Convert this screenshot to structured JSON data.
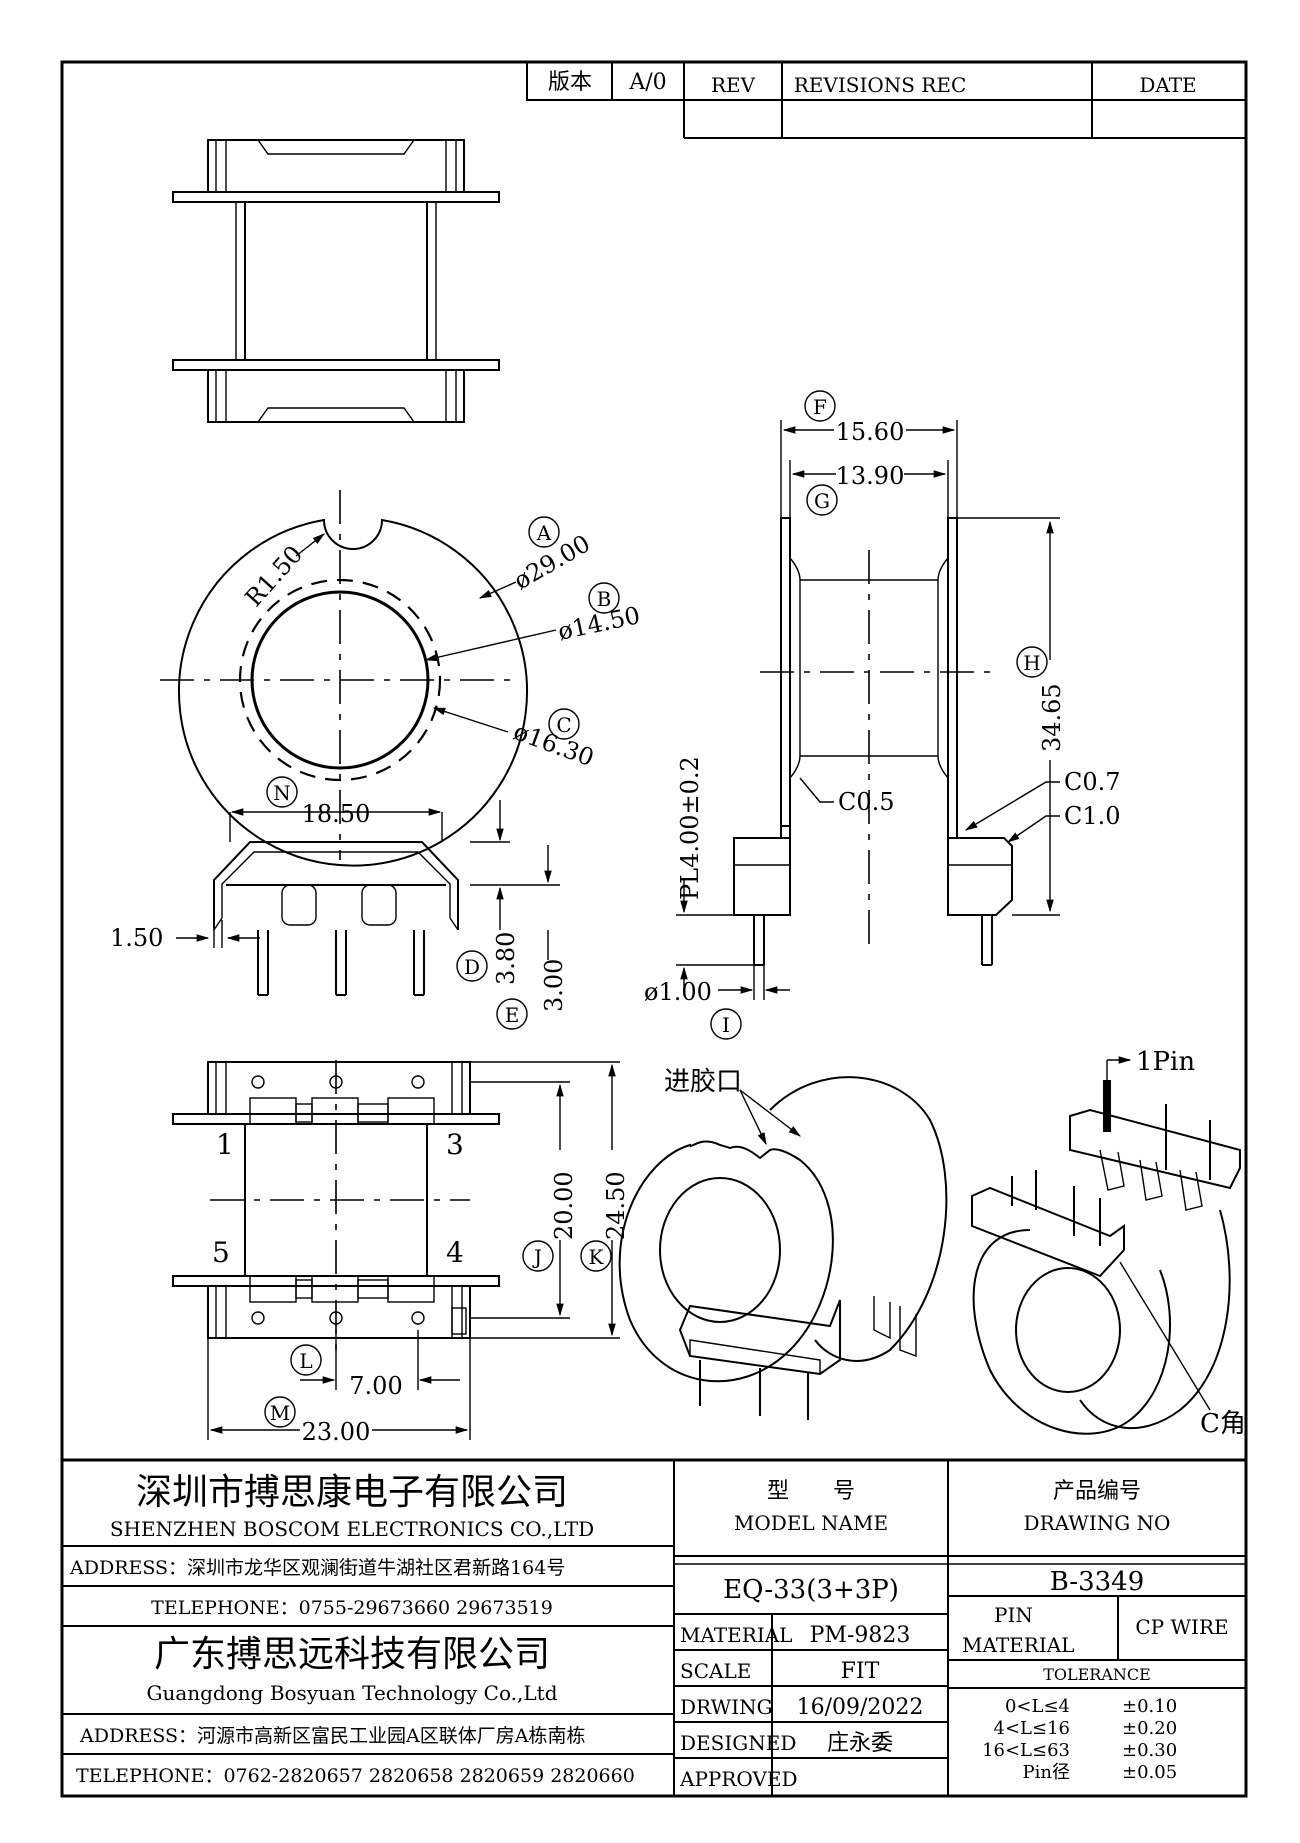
{
  "revision_block": {
    "version_label": "版本",
    "version_value": "A/0",
    "rev_header": "REV",
    "revisions_header": "REVISIONS REC",
    "date_header": "DATE"
  },
  "dimensions": {
    "A": {
      "letter": "A",
      "text": "ø29.00"
    },
    "B": {
      "letter": "B",
      "text": "ø14.50"
    },
    "C": {
      "letter": "C",
      "text": "ø16.30"
    },
    "R": {
      "text": "R1.50"
    },
    "N": {
      "letter": "N",
      "text": "18.50"
    },
    "D": {
      "letter": "D",
      "text": "3.80"
    },
    "E": {
      "letter": "E",
      "text": "3.00"
    },
    "left_offset": {
      "text": "1.50"
    },
    "F": {
      "letter": "F",
      "text": "15.60"
    },
    "G": {
      "letter": "G",
      "text": "13.90"
    },
    "H": {
      "letter": "H",
      "text": "34.65"
    },
    "I": {
      "letter": "I",
      "text": "ø1.00"
    },
    "pitch": {
      "text": "PL4.00±0.2"
    },
    "c05": {
      "text": "C0.5"
    },
    "c07": {
      "text": "C0.7"
    },
    "c10": {
      "text": "C1.0"
    },
    "J": {
      "letter": "J",
      "text": "20.00"
    },
    "K": {
      "letter": "K",
      "text": "24.50"
    },
    "L": {
      "letter": "L",
      "text": "7.00"
    },
    "M": {
      "letter": "M",
      "text": "23.00"
    }
  },
  "pin_numbers": [
    "1",
    "3",
    "5",
    "4"
  ],
  "iso_labels": {
    "gate": "进胶口",
    "pin1": "1Pin",
    "c_corner": "C角"
  },
  "title_block": {
    "company1_cn": "深圳市搏思康电子有限公司",
    "company1_en": "SHENZHEN BOSCOM ELECTRONICS CO.,LTD",
    "address1": "ADDRESS：深圳市龙华区观澜街道牛湖社区君新路164号",
    "telephone1": "TELEPHONE：0755-29673660 29673519",
    "company2_cn": "广东搏思远科技有限公司",
    "company2_en": "Guangdong Bosyuan Technology Co.,Ltd",
    "address2": "ADDRESS：河源市高新区富民工业园A区联体厂房A栋南栋",
    "telephone2": "TELEPHONE：0762-2820657 2820658 2820659 2820660",
    "model_label_cn": "型　　号",
    "model_label_en": "MODEL NAME",
    "model_value": "EQ-33(3+3P)",
    "drawing_label_cn": "产品编号",
    "drawing_label_en": "DRAWING NO",
    "drawing_value": "B-3349",
    "material_label": "MATERIAL",
    "material_value": "PM-9823",
    "scale_label": "SCALE",
    "scale_value": "FIT",
    "drwing_label": "DRWING",
    "drwing_value": "16/09/2022",
    "designed_label": "DESIGNED",
    "designed_value": "庄永委",
    "approved_label": "APPROVED",
    "approved_value": "",
    "pin_material_label_1": "PIN",
    "pin_material_label_2": "MATERIAL",
    "pin_material_value": "CP WIRE",
    "tolerance_label": "TOLERANCE",
    "tolerance_rows": [
      {
        "range": "0<L≤4",
        "value": "±0.10"
      },
      {
        "range": "4<L≤16",
        "value": "±0.20"
      },
      {
        "range": "16<L≤63",
        "value": "±0.30"
      },
      {
        "range": "Pin径",
        "value": "±0.05"
      }
    ]
  }
}
